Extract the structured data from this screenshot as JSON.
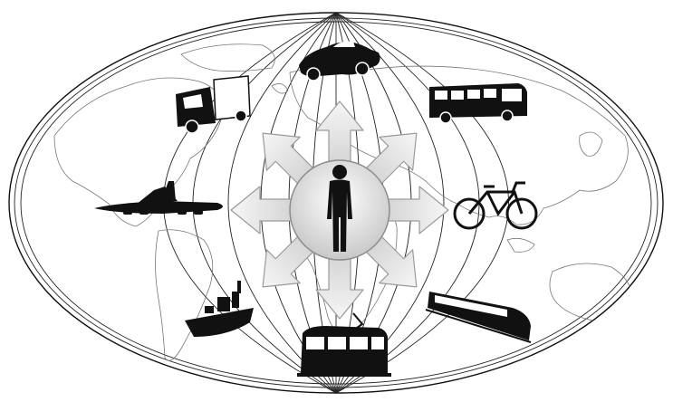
{
  "diagram": {
    "center": {
      "icon": "person-icon"
    },
    "arrows": [
      "n",
      "ne",
      "e",
      "se",
      "s",
      "sw",
      "w",
      "nw"
    ],
    "vehicles": [
      {
        "id": "sports-car",
        "icon": "sports-car-icon"
      },
      {
        "id": "city-bus",
        "icon": "bus-icon"
      },
      {
        "id": "bicycle",
        "icon": "bicycle-icon"
      },
      {
        "id": "high-speed-train",
        "icon": "high-speed-train-icon"
      },
      {
        "id": "tram",
        "icon": "tram-icon"
      },
      {
        "id": "cargo-ship",
        "icon": "cargo-ship-icon"
      },
      {
        "id": "airplane",
        "icon": "airplane-icon"
      },
      {
        "id": "delivery-truck",
        "icon": "truck-icon"
      }
    ],
    "background": {
      "icon": "world-map-icon",
      "projection": "oval"
    },
    "colors": {
      "silhouette": "#111111",
      "arrow_fill": "#e6e6e6",
      "arrow_stroke": "#9a9a9a",
      "grid_line": "#222222",
      "coast_line": "#777777"
    }
  }
}
